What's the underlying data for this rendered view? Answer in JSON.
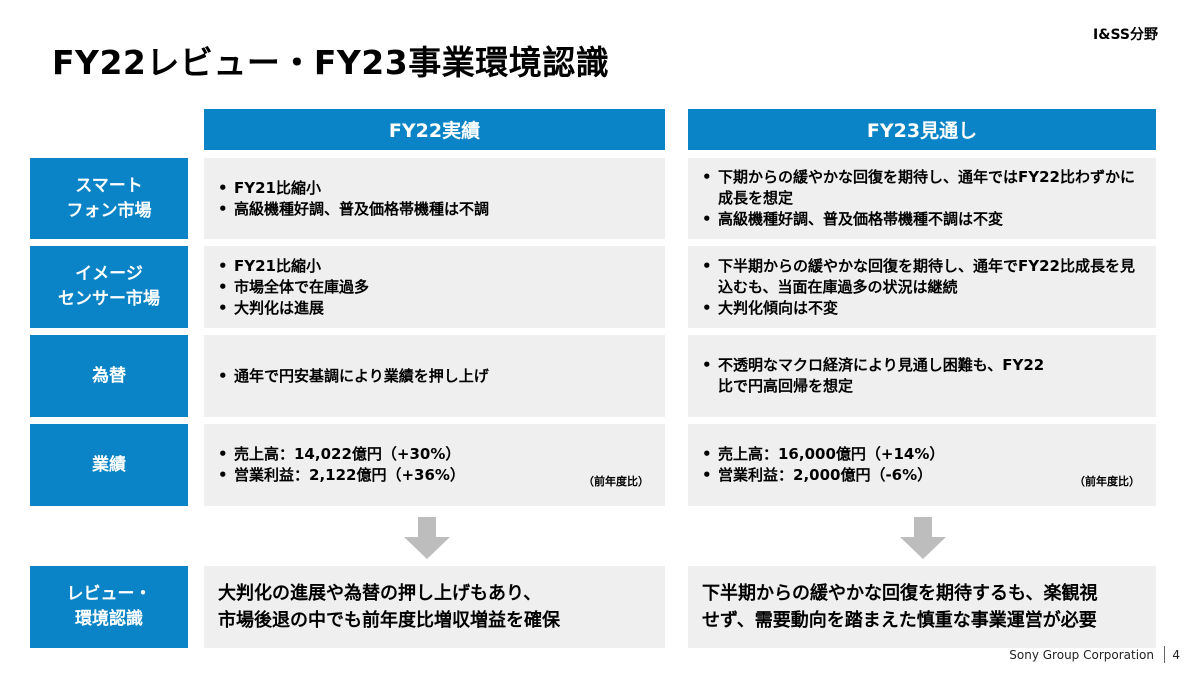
{
  "slide": {
    "title": "FY22レビュー・FY23事業環境認識",
    "segment": "I&SS分野"
  },
  "columns": {
    "fy22": "FY22実績",
    "fy23": "FY23見通し"
  },
  "rows": [
    {
      "label": "スマート\nフォン市場",
      "fy22": [
        "FY21比縮小",
        "高級機種好調、普及価格帯機種は不調"
      ],
      "fy23": [
        "下期からの緩やかな回復を期待し、通年ではFY22比わずかに成長を想定",
        "高級機種好調、普及価格帯機種不調は不変"
      ]
    },
    {
      "label": "イメージ\nセンサー市場",
      "fy22": [
        "FY21比縮小",
        "市場全体で在庫過多",
        "大判化は進展"
      ],
      "fy23": [
        "下半期からの緩やかな回復を期待し、通年でFY22比成長を見込むも、当面在庫過多の状況は継続",
        "大判化傾向は不変"
      ]
    },
    {
      "label": "為替",
      "fy22": [
        "通年で円安基調により業績を押し上げ"
      ],
      "fy23": [
        "不透明なマクロ経済により見通し困難も、FY22比で円高回帰を想定"
      ]
    },
    {
      "label": "業績",
      "fy22": [
        "売上高：14,022億円（+30%）",
        "営業利益：2,122億円（+36%）"
      ],
      "fy23": [
        "売上高：16,000億円（+14%）",
        "営業利益：2,000億円（-6%）"
      ],
      "note": "（前年度比）"
    }
  ],
  "review": {
    "label": "レビュー・\n環境認識",
    "fy22": "大判化の進展や為替の押し上げもあり、\n市場後退の中でも前年度比増収増益を確保",
    "fy23": "下半期からの緩やかな回復を期待するも、楽観視\nせず、需要動向を踏まえた慎重な事業運営が必要"
  },
  "footer": {
    "company": "Sony Group Corporation",
    "page": "4"
  },
  "colors": {
    "accent_blue": "#0a84c6",
    "cell_gray": "#efefef",
    "arrow_gray": "#bdbdbd"
  }
}
